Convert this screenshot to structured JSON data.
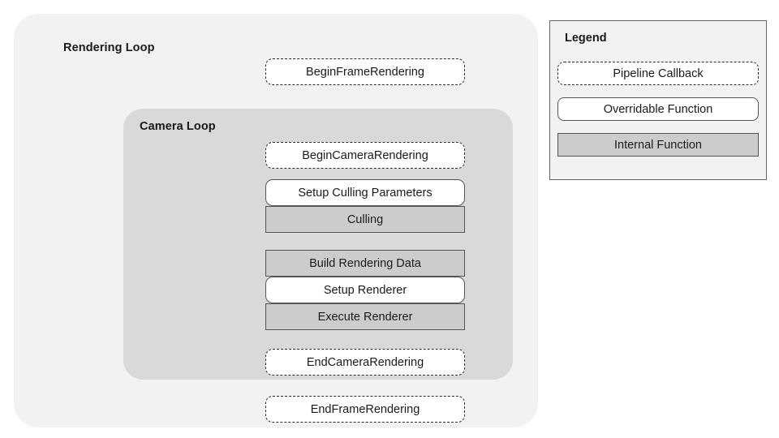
{
  "diagram": {
    "title": "Rendering Loop",
    "outer_loop": {
      "label": "Rendering Loop",
      "background": "#F2F2F2",
      "nodes": [
        {
          "label": "BeginFrameRendering",
          "kind": "pipeline-callback"
        },
        {
          "label": "EndFrameRendering",
          "kind": "pipeline-callback"
        }
      ]
    },
    "inner_loop": {
      "label": "Camera Loop",
      "background": "#D9D9D9",
      "nodes": [
        {
          "label": "BeginCameraRendering",
          "kind": "pipeline-callback"
        },
        {
          "label": "Setup Culling Parameters",
          "kind": "overridable-function"
        },
        {
          "label": "Culling",
          "kind": "internal-function"
        },
        {
          "label": "Build Rendering Data",
          "kind": "internal-function"
        },
        {
          "label": "Setup Renderer",
          "kind": "overridable-function"
        },
        {
          "label": "Execute Renderer",
          "kind": "internal-function"
        },
        {
          "label": "EndCameraRendering",
          "kind": "pipeline-callback"
        }
      ]
    }
  },
  "legend": {
    "title": "Legend",
    "items": [
      {
        "label": "Pipeline Callback",
        "kind": "pipeline-callback",
        "style": "dashed-rounded-white"
      },
      {
        "label": "Overridable Function",
        "kind": "overridable-function",
        "style": "solid-rounded-white"
      },
      {
        "label": "Internal Function",
        "kind": "internal-function",
        "style": "solid-square-gray"
      }
    ]
  },
  "colors": {
    "outer_background": "#F2F2F2",
    "inner_background": "#D9D9D9",
    "internal_fill": "#CCCCCC",
    "box_fill": "#FFFFFF",
    "border": "#555555",
    "dashed_border": "#2B2B2B",
    "text": "#1A1A1A",
    "page_background": "#FFFFFF"
  }
}
